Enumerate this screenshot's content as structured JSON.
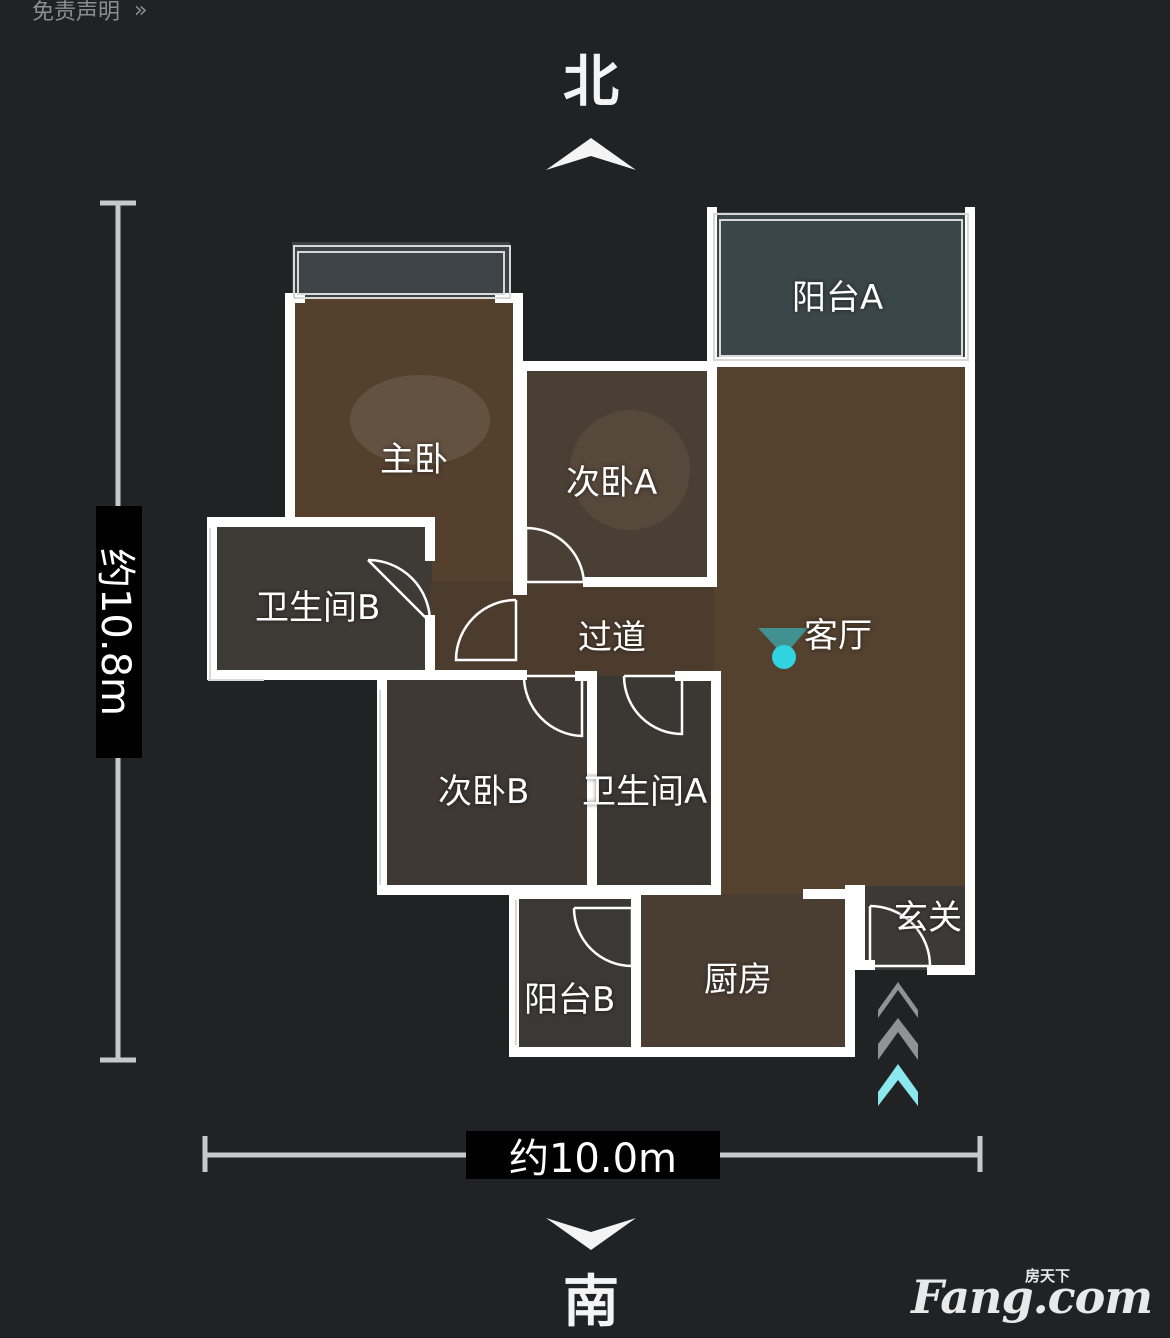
{
  "header": {
    "disclaimer": "免责声明",
    "disclaimer_chevron": "»"
  },
  "compass": {
    "north": "北",
    "south": "南"
  },
  "rooms": {
    "balcony_a": "阳台A",
    "master_bedroom": "主卧",
    "second_bedroom_a": "次卧A",
    "bathroom_b": "卫生间B",
    "corridor": "过道",
    "living_room": "客厅",
    "second_bedroom_b": "次卧B",
    "bathroom_a": "卫生间A",
    "entrance": "玄关",
    "kitchen": "厨房",
    "balcony_b": "阳台B"
  },
  "dimensions": {
    "height": "约10.8m",
    "width": "约10.0m"
  },
  "logo": {
    "top": "房天下",
    "main": "Fang.com"
  },
  "colors": {
    "background": "#212224",
    "wall": "#ffffff",
    "floor_wood": "#5a4330",
    "floor_dark": "#3c3a36",
    "marker": "#2fd4e0",
    "entry_arrow_active": "#8be8ef",
    "entry_arrow": "#8f9296"
  }
}
